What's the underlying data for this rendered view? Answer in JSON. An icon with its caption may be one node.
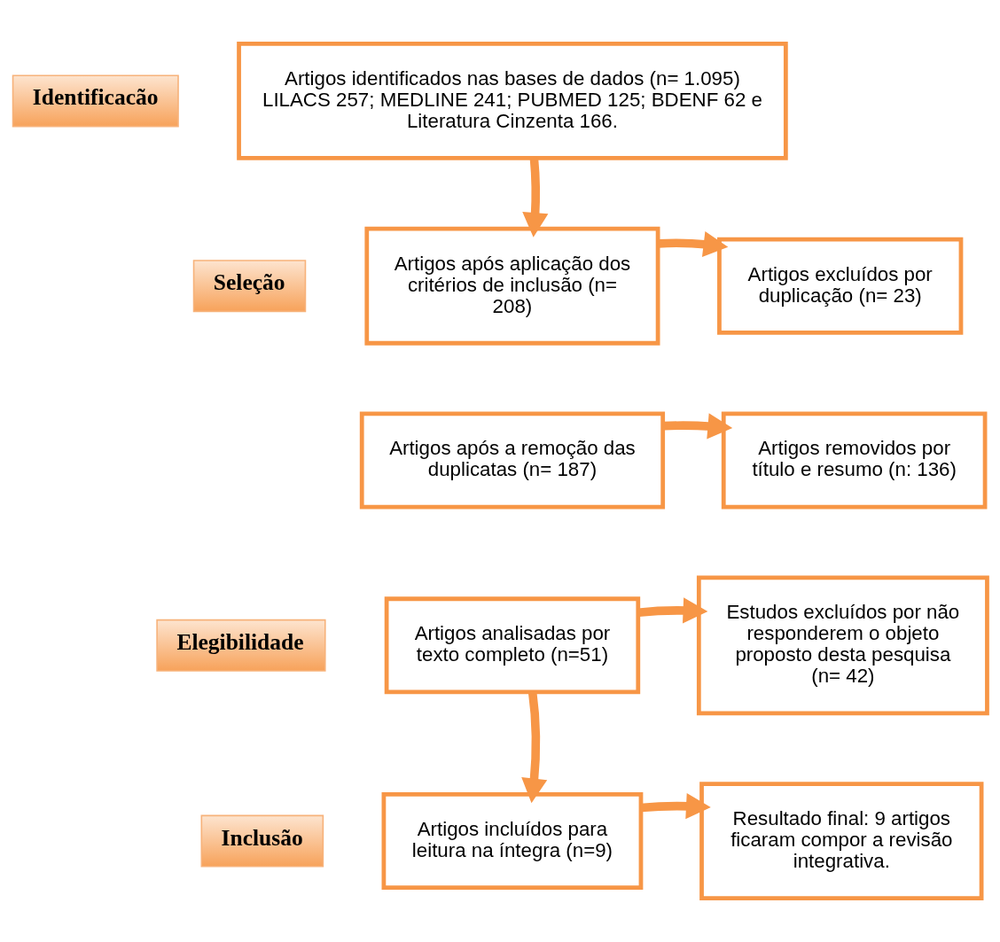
{
  "diagram": {
    "nodes": [
      {
        "text": [
          "Identificacão"
        ]
      },
      {
        "text": [
          "Artigos identificados nas bases de dados (n= 1.095) LILACS 257; MEDLINE 241; PUBMED 125; BDENF 62 e Literatura Cinzenta 166."
        ]
      },
      {
        "text": [
          "Seleção"
        ]
      },
      {
        "text": [
          "Artigos após aplicação dos critérios de inclusão (n= 208)"
        ]
      },
      {
        "text": [
          "Artigos excluídos por duplicação (n= 23)"
        ]
      },
      {
        "text": [
          "Artigos após a remoção das duplicatas (n= 187)"
        ]
      },
      {
        "text": [
          "Artigos removidos por título e resumo (n: 136)"
        ]
      },
      {
        "text": [
          "Elegibilidade"
        ]
      },
      {
        "text": [
          "Artigos analisadas por texto completo (n=51)"
        ]
      },
      {
        "text": [
          "Estudos excluídos por não responderem o objeto proposto desta pesquisa (n= 42)"
        ]
      },
      {
        "text": [
          "Inclusão"
        ]
      },
      {
        "text": [
          "Artigos incluídos para leitura na íntegra (n=9)"
        ]
      },
      {
        "text": [
          "Resultado final: 9 artigos ficaram compor a revisão integrativa."
        ]
      }
    ],
    "edges": [
      {
        "from": 1,
        "to": 3,
        "arrow": "to"
      },
      {
        "from": 3,
        "to": 4,
        "arrow": "to"
      },
      {
        "from": 5,
        "to": 6,
        "arrow": "to"
      },
      {
        "from": 8,
        "to": 9,
        "arrow": "to"
      },
      {
        "from": 8,
        "to": 11,
        "arrow": "to"
      },
      {
        "from": 11,
        "to": 12,
        "arrow": "to"
      }
    ]
  }
}
